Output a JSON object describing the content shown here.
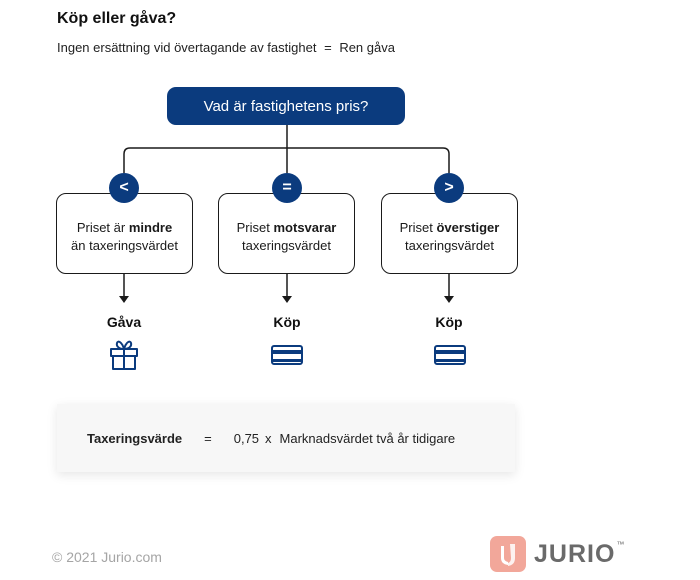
{
  "header": {
    "title": "Köp eller gåva?",
    "subtitle_left": "Ingen ersättning vid övertagande av fastighet",
    "subtitle_eq": "=",
    "subtitle_right": "Ren gåva"
  },
  "question": "Vad är fastighetens pris?",
  "branches": [
    {
      "badge": "<",
      "line1_prefix": "Priset är ",
      "line1_bold": "mindre",
      "line2": "än taxeringsvärdet",
      "outcome": "Gåva",
      "icon": "gift-icon"
    },
    {
      "badge": "=",
      "line1_prefix": "Priset ",
      "line1_bold": "motsvarar",
      "line2": "taxeringsvärdet",
      "outcome": "Köp",
      "icon": "credit-card-icon"
    },
    {
      "badge": ">",
      "line1_prefix": "Priset ",
      "line1_bold": "överstiger",
      "line2": "taxeringsvärdet",
      "outcome": "Köp",
      "icon": "credit-card-icon"
    }
  ],
  "formula": {
    "term": "Taxeringsvärde",
    "equals": "=",
    "coefficient": "0,75",
    "times": "x",
    "rhs": "Marknadsvärdet två år tidigare"
  },
  "footer": {
    "copyright": "© 2021 Jurio.com",
    "logo_text": "JURIO",
    "logo_tm": "™"
  },
  "colors": {
    "accent": "#0b3b7e",
    "logo_mark": "#f2a79a",
    "logo_text": "#6a6a6a",
    "footer_text": "#a5a5a5"
  }
}
